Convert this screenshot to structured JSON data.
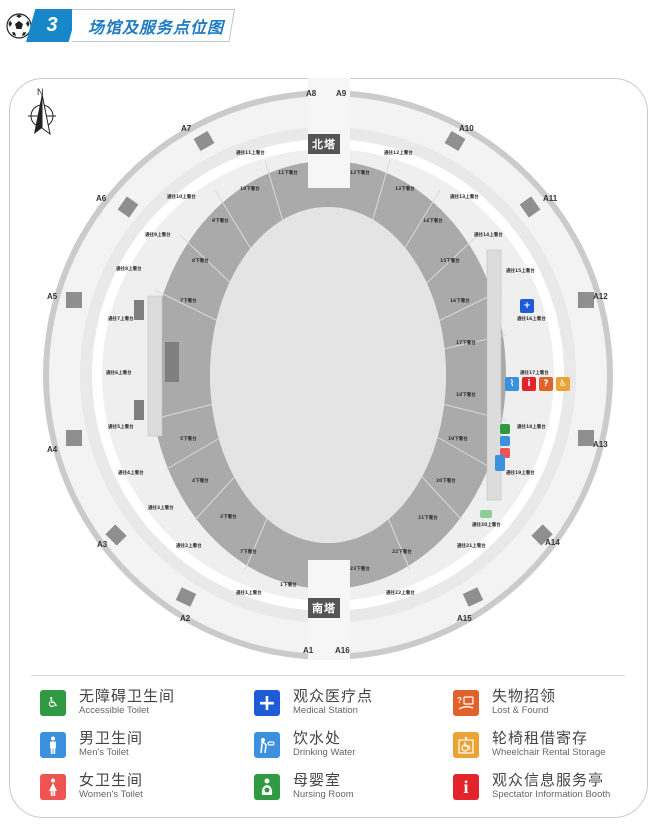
{
  "header": {
    "section_number": "3",
    "title": "场馆及服务点位图",
    "accent_color": "#1787c9"
  },
  "map": {
    "compass_label": "N",
    "towers": {
      "north": "北塔",
      "south": "南塔"
    },
    "gates": [
      "A1",
      "A2",
      "A3",
      "A4",
      "A5",
      "A6",
      "A7",
      "A8",
      "A9",
      "A10",
      "A11",
      "A12",
      "A13",
      "A14",
      "A15",
      "A16"
    ],
    "lower_stands": [
      "1下看台",
      "2下看台",
      "3下看台",
      "4下看台",
      "5下看台",
      "6下看台",
      "7下看台",
      "8下看台",
      "9下看台",
      "10下看台",
      "11下看台",
      "12下看台",
      "13下看台",
      "14下看台",
      "15下看台",
      "16下看台",
      "17下看台",
      "18下看台",
      "19下看台",
      "20下看台",
      "21下看台",
      "22下看台",
      "23下看台"
    ],
    "upper_stand_passages": [
      "通往1上看台",
      "通往2上看台",
      "通往3上看台",
      "通往4上看台",
      "通往5上看台",
      "通往6上看台",
      "通往7上看台",
      "通往8上看台",
      "通往9上看台",
      "通往10上看台",
      "通往11上看台",
      "通往12上看台",
      "通往13上看台",
      "通往14上看台",
      "通往15上看台",
      "通往16上看台",
      "通往17上看台",
      "通往18上看台",
      "通往19上看台",
      "通往20上看台",
      "通往21上看台",
      "通往22上看台"
    ],
    "colors": {
      "outer_ring": "#c8c8c8",
      "concourse": "#ececec",
      "stand": "#a9a9a9",
      "field": "#e6e6e6",
      "block": "#8f8f8f"
    }
  },
  "legend": [
    {
      "cn": "无障碍卫生间",
      "en": "Accessible Toilet",
      "icon": "accessible-toilet-icon",
      "color": "#2f9a41",
      "glyph": "♿"
    },
    {
      "cn": "男卫生间",
      "en": "Men's Toilet",
      "icon": "mens-toilet-icon",
      "color": "#3c91de",
      "glyph": "🚹"
    },
    {
      "cn": "女卫生间",
      "en": "Women's Toilet",
      "icon": "womens-toilet-icon",
      "color": "#ef5452",
      "glyph": "🚺"
    },
    {
      "cn": "观众医疗点",
      "en": "Medical Station",
      "icon": "medical-cross-icon",
      "color": "#1e5bd6",
      "glyph": "+"
    },
    {
      "cn": "饮水处",
      "en": "Drinking Water",
      "icon": "drinking-water-icon",
      "color": "#3c91de",
      "glyph": "⛲"
    },
    {
      "cn": "母婴室",
      "en": "Nursing Room",
      "icon": "nursing-room-icon",
      "color": "#2f9a41",
      "glyph": "👶"
    },
    {
      "cn": "失物招领",
      "en": "Lost & Found",
      "icon": "lost-found-icon",
      "color": "#e0622a",
      "glyph": "?"
    },
    {
      "cn": "轮椅租借寄存",
      "en": "Wheelchair Rental Storage",
      "icon": "wheelchair-rental-icon",
      "color": "#eba434",
      "glyph": "♿"
    },
    {
      "cn": "观众信息服务亭",
      "en": "Spectator Information Booth",
      "icon": "info-booth-icon",
      "color": "#e3252b",
      "glyph": "i"
    }
  ]
}
